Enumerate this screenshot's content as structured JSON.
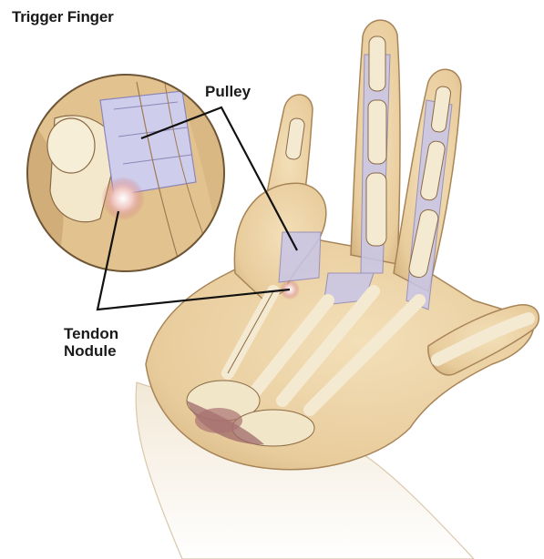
{
  "title": "Trigger Finger",
  "labels": {
    "pulley": "Pulley",
    "tendon_nodule_line1": "Tendon",
    "tendon_nodule_line2": "Nodule"
  },
  "colors": {
    "skin": "#ecd3a6",
    "skin_shadow": "#c9a878",
    "bone": "#f2e6c9",
    "tendon_sheath": "#c9c9e6",
    "nodule": "#d98a86",
    "wrist_bone_shadow": "#9d6a6a",
    "outline": "#8a6a45",
    "leader_line": "#111111"
  }
}
